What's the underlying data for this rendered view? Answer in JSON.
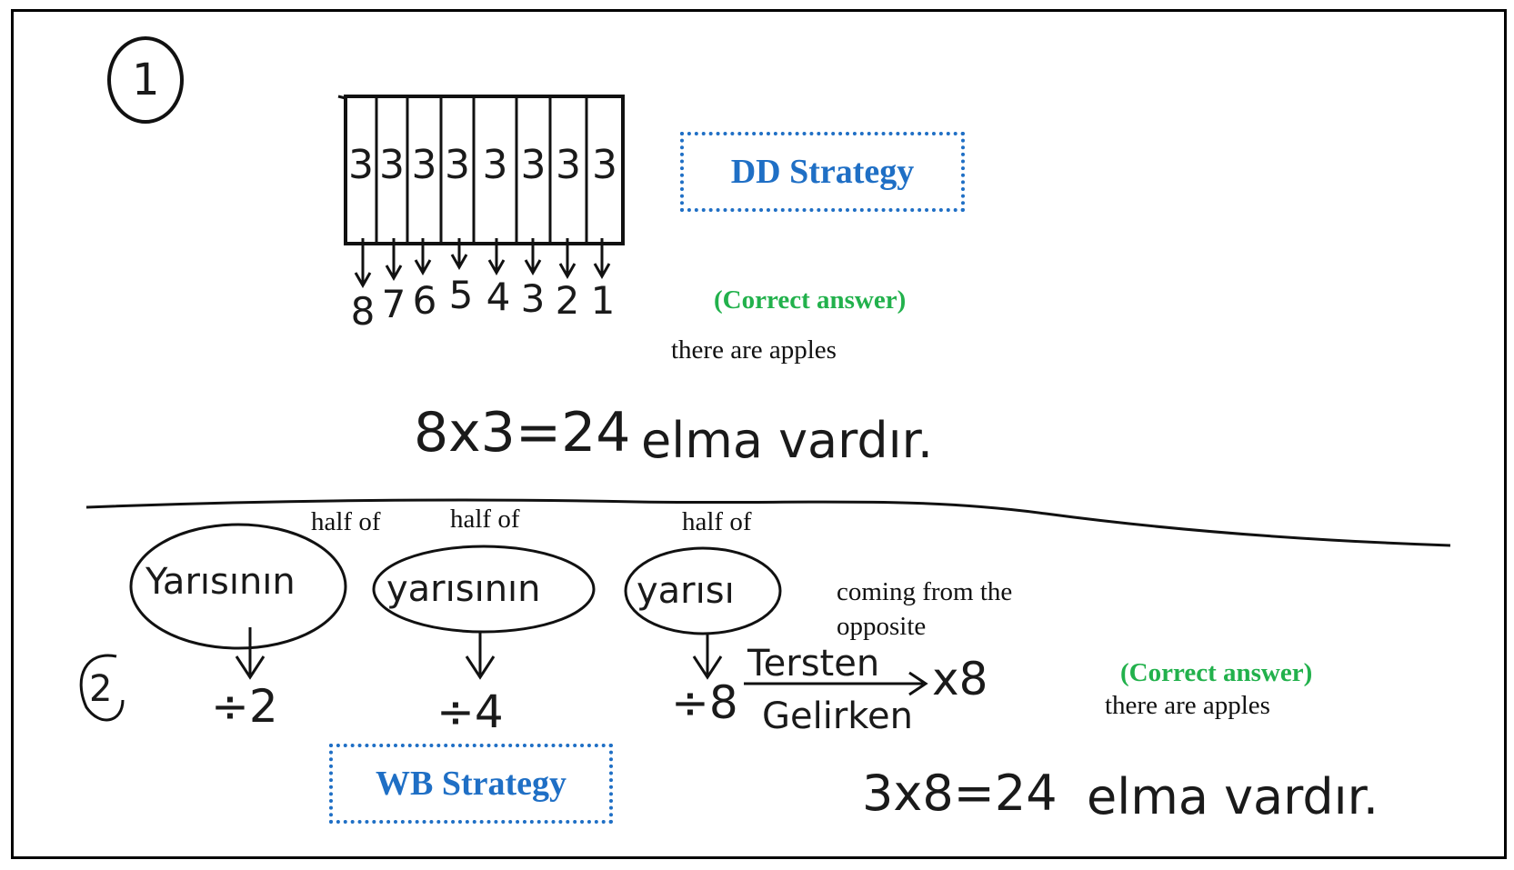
{
  "section1": {
    "circle_label": "1",
    "grid_cells": [
      "3",
      "3",
      "3",
      "3",
      "3",
      "3",
      "3",
      "3"
    ],
    "count_labels": [
      "8",
      "7",
      "6",
      "5",
      "4",
      "3",
      "2",
      "1"
    ],
    "strategy": "DD Strategy",
    "correct_answer": "(Correct answer)",
    "translation": "there are apples",
    "equation": "8x3=24",
    "equation_words": "elma vardır."
  },
  "section2": {
    "circle_label": "2",
    "words": [
      {
        "translation": "half of",
        "handwritten": "Yarısının",
        "operation": "÷2"
      },
      {
        "translation": "half of",
        "handwritten": "yarısının",
        "operation": "÷4"
      },
      {
        "translation": "half of",
        "handwritten": "yarısı",
        "operation": "÷8"
      }
    ],
    "reverse_top": "Tersten",
    "reverse_bottom": "Gelirken",
    "reverse_result": "x8",
    "reverse_translation_1": "coming from the",
    "reverse_translation_2": "opposite",
    "strategy": "WB Strategy",
    "correct_answer": "(Correct answer)",
    "translation": "there are apples",
    "equation": "3x8=24",
    "equation_words": "elma vardır."
  },
  "colors": {
    "strategy_blue": "#1f6fc5",
    "correct_green": "#22b14c"
  }
}
